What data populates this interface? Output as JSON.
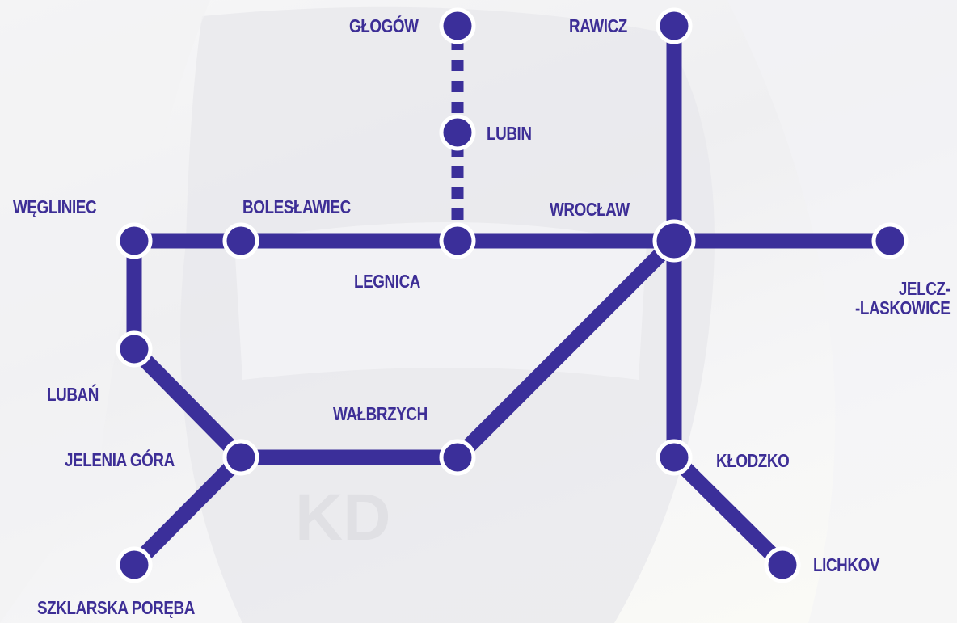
{
  "network": {
    "line_color": "#3b2f9a",
    "stations": {
      "glogow": "GŁOGÓW",
      "rawicz": "RAWICZ",
      "lubin": "LUBIN",
      "wegliniec": "WĘGLINIEC",
      "boleslawiec": "BOLESŁAWIEC",
      "wroclaw": "WROCŁAW",
      "legnica": "LEGNICA",
      "jelcz_line1": "JELCZ-",
      "jelcz_line2": "-LASKOWICE",
      "luban": "LUBAŃ",
      "walbrzych": "WAŁBRZYCH",
      "jelenia_gora": "JELENIA GÓRA",
      "klodzko": "KŁODZKO",
      "lichkov": "LICHKOV",
      "szklarska_poreba": "SZKLARSKA PORĘBA"
    },
    "background_logo": "KD"
  }
}
